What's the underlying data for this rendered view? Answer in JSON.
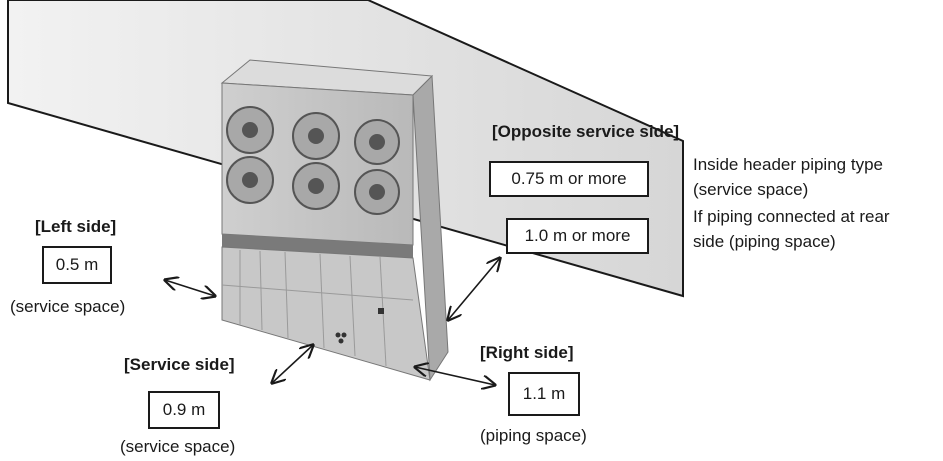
{
  "labels": {
    "opposite_side": {
      "title": "[Opposite service side]",
      "box1": "0.75 m or more",
      "box2": "1.0 m or more",
      "note1_line1": "Inside header piping type",
      "note1_line2": "(service space)",
      "note2_line1": "If piping connected at rear",
      "note2_line2": "side (piping space)"
    },
    "left_side": {
      "title": "[Left side]",
      "value": "0.5 m",
      "caption": "(service space)"
    },
    "service_side": {
      "title": "[Service side]",
      "value": "0.9 m",
      "caption": "(service space)"
    },
    "right_side": {
      "title": "[Right side]",
      "value": "1.1 m",
      "caption": "(piping space)"
    }
  },
  "colors": {
    "wall": "#d9d9d9",
    "unit_body": "#c4c4c4",
    "unit_dark": "#8a8a8a",
    "stroke": "#1a1a1a"
  },
  "icons": {
    "fans": "fan-icon",
    "arrows": "double-arrow-icon"
  }
}
